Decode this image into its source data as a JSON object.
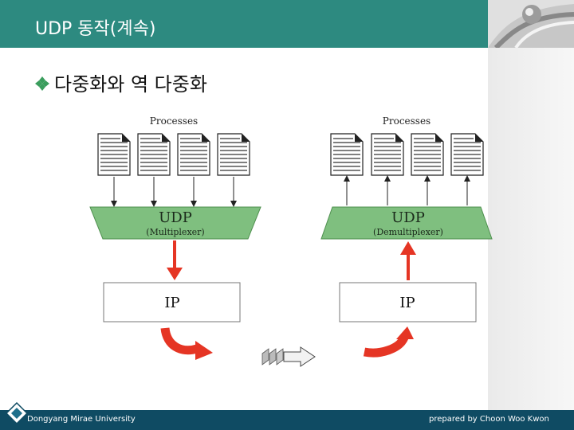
{
  "header": {
    "title": "UDP 동작(계속)"
  },
  "bullet": {
    "text": "다중화와 역 다중화"
  },
  "diagram": {
    "left": {
      "processes_label": "Processes",
      "box_title": "UDP",
      "box_subtitle": "(Multiplexer)",
      "ip_label": "IP"
    },
    "right": {
      "processes_label": "Processes",
      "box_title": "UDP",
      "box_subtitle": "(Demultiplexer)",
      "ip_label": "IP"
    }
  },
  "footer": {
    "left_text": "Dongyang Mirae University",
    "right_text": "prepared by Choon Woo Kwon"
  },
  "colors": {
    "header": "#2d8a80",
    "footer": "#0f4b63",
    "udp_box": "#7fbf7f",
    "arrow_red": "#e53524"
  }
}
